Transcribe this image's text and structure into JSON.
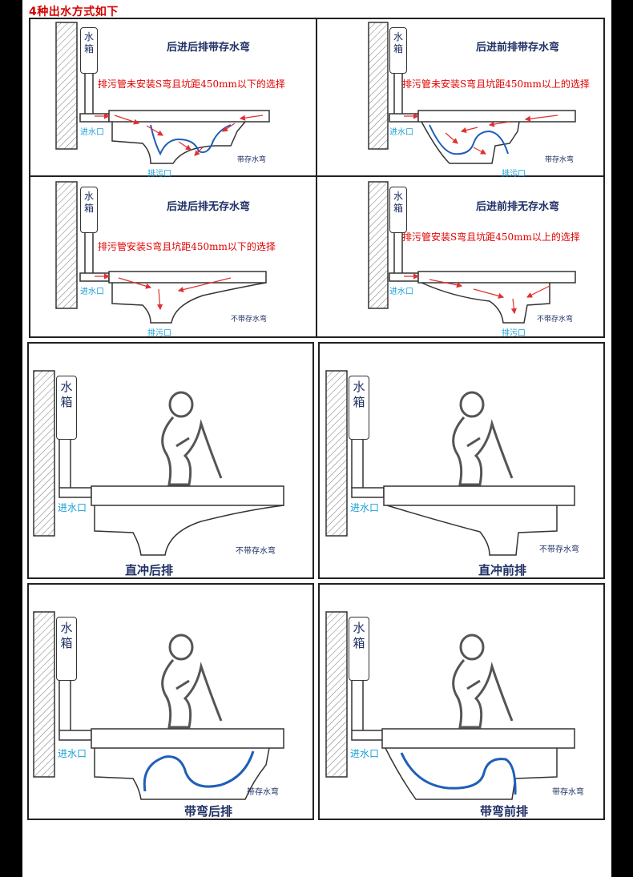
{
  "title": "4种出水方式如下",
  "top_panels": [
    {
      "title": "后进后排带存水弯",
      "note": "排污管未安装S弯且坑距450mm以下的选择",
      "tank": "水\n箱",
      "inlet": "进水口",
      "outlet": "排污口",
      "trap": "带存水弯"
    },
    {
      "title": "后进前排带存水弯",
      "note": "排污管未安装S弯且坑距450mm以上的选择",
      "tank": "水\n箱",
      "inlet": "进水口",
      "outlet": "排污口",
      "trap": "带存水弯"
    },
    {
      "title": "后进后排无存水弯",
      "note": "排污管安装S弯且坑距450mm以下的选择",
      "tank": "水\n箱",
      "inlet": "进水口",
      "outlet": "排污口",
      "trap": "不带存水弯"
    },
    {
      "title": "后进前排无存水弯",
      "note": "排污管安装S弯且坑距450mm以上的选择",
      "tank": "水\n箱",
      "inlet": "进水口",
      "outlet": "排污口",
      "trap": "不带存水弯"
    }
  ],
  "bottom_panels": [
    {
      "caption": "直冲后排",
      "tank": "水\n箱",
      "inlet": "进水口",
      "trap": "不带存水弯"
    },
    {
      "caption": "直冲前排",
      "tank": "水\n箱",
      "inlet": "进水口",
      "trap": "不带存水弯"
    },
    {
      "caption": "带弯后排",
      "tank": "水\n箱",
      "inlet": "进水口",
      "trap": "带存水弯"
    },
    {
      "caption": "带弯前排",
      "tank": "水\n箱",
      "inlet": "进水口",
      "trap": "带存水弯"
    }
  ],
  "colors": {
    "title_red": "#d40000",
    "note_red": "#e00000",
    "label_blue": "#1e2f63",
    "inlet_cyan": "#1aa0d8",
    "flow_blue": "#1f5fb8",
    "arrow_red": "#e03030"
  }
}
